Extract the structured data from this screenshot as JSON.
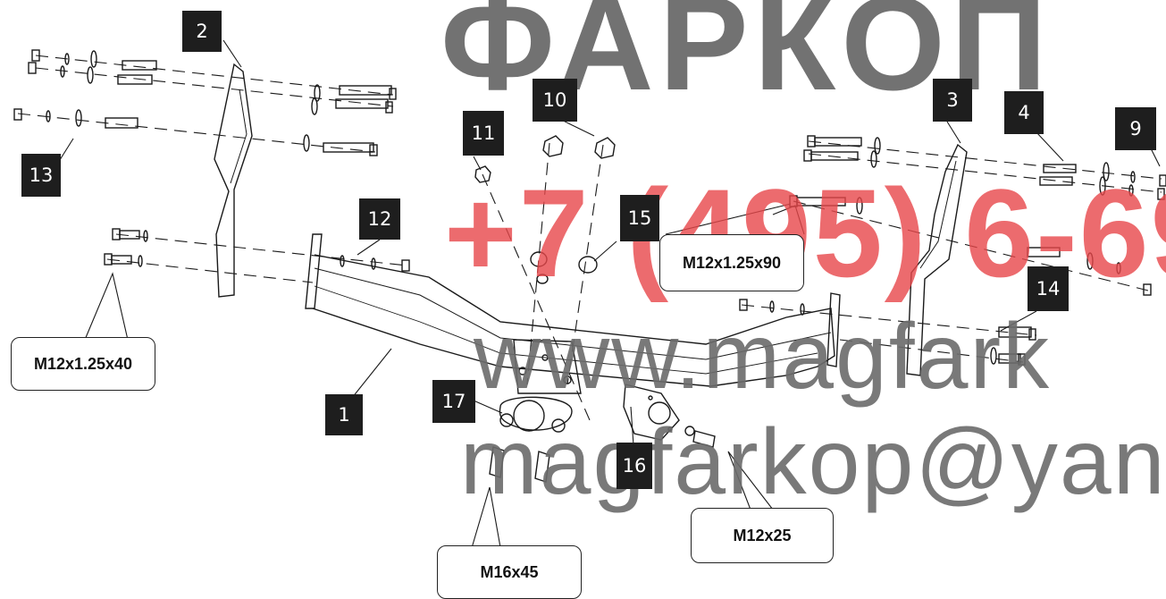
{
  "watermarks": {
    "brand": "ФАРКОП",
    "phone": "+7 (495) 6-69",
    "site": "www.magfark",
    "email": "magfarkop@yan"
  },
  "part_numbers": [
    "1",
    "2",
    "3",
    "4",
    "9",
    "10",
    "11",
    "12",
    "13",
    "14",
    "15",
    "16",
    "17"
  ],
  "bolt_callouts": {
    "left_bracket_bolt": "M12x1.25x40",
    "right_bracket_bolt": "M12x1.25x90",
    "ball_bolt": "M16x45",
    "socket_plate_bolt": "M12x25"
  },
  "colors": {
    "line": "#1a1a1a",
    "tag_bg": "#1e1e1e",
    "phone_watermark": "#e8474a",
    "text_watermark": "#6b6b6b"
  }
}
